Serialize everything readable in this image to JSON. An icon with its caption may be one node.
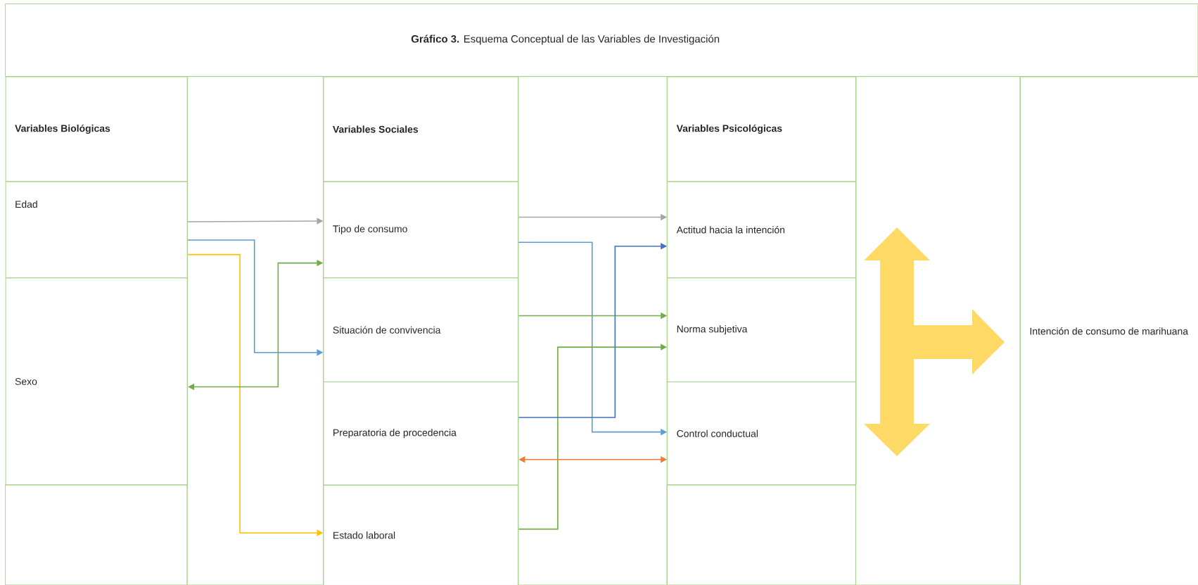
{
  "diagram": {
    "title": "**Gráfico 3.** Esquema Conceptual de las Variables de Investigación",
    "nodes": [
      {
        "text": [
          "Variables Biológicas"
        ]
      },
      {
        "text": [
          "Edad"
        ]
      },
      {
        "text": [
          "Sexo"
        ]
      },
      {
        "text": [
          "Variables Sociales"
        ]
      },
      {
        "text": [
          "Tipo de consumo"
        ]
      },
      {
        "text": [
          "Situación de convivencia"
        ]
      },
      {
        "text": [
          "Preparatoria de procedencia"
        ]
      },
      {
        "text": [
          "Estado laboral"
        ]
      },
      {
        "text": [
          "Variables Psicológicas"
        ]
      },
      {
        "text": [
          "Actitud hacia la intención"
        ]
      },
      {
        "text": [
          "Norma subjetiva"
        ]
      },
      {
        "text": [
          "Control conductual"
        ]
      },
      {
        "text": [],
        "shape": "arrow"
      },
      {
        "text": [
          "Intención de consumo de marihuana"
        ]
      }
    ],
    "edges": [
      {
        "from": 1,
        "to": 4,
        "arrow": "to",
        "color": "#a5a5a5"
      },
      {
        "from": 1,
        "to": 5,
        "arrow": "to",
        "color": "#5b9bd5"
      },
      {
        "from": 1,
        "to": 7,
        "arrow": "to",
        "color": "#ffc000"
      },
      {
        "from": 2,
        "to": 4,
        "arrow": "both",
        "color": "#70ad47"
      },
      {
        "from": 4,
        "to": 9,
        "arrow": "to",
        "color": "#a5a5a5"
      },
      {
        "from": 4,
        "to": 11,
        "arrow": "to",
        "color": "#5b9bd5"
      },
      {
        "from": 5,
        "to": 10,
        "arrow": "to",
        "color": "#70ad47"
      },
      {
        "from": 7,
        "to": 10,
        "arrow": "to",
        "color": "#70ad47"
      },
      {
        "from": 6,
        "to": 9,
        "arrow": "to",
        "color": "#4472c4"
      },
      {
        "from": 6,
        "to": 11,
        "arrow": "both",
        "color": "#ed7d31"
      }
    ]
  }
}
